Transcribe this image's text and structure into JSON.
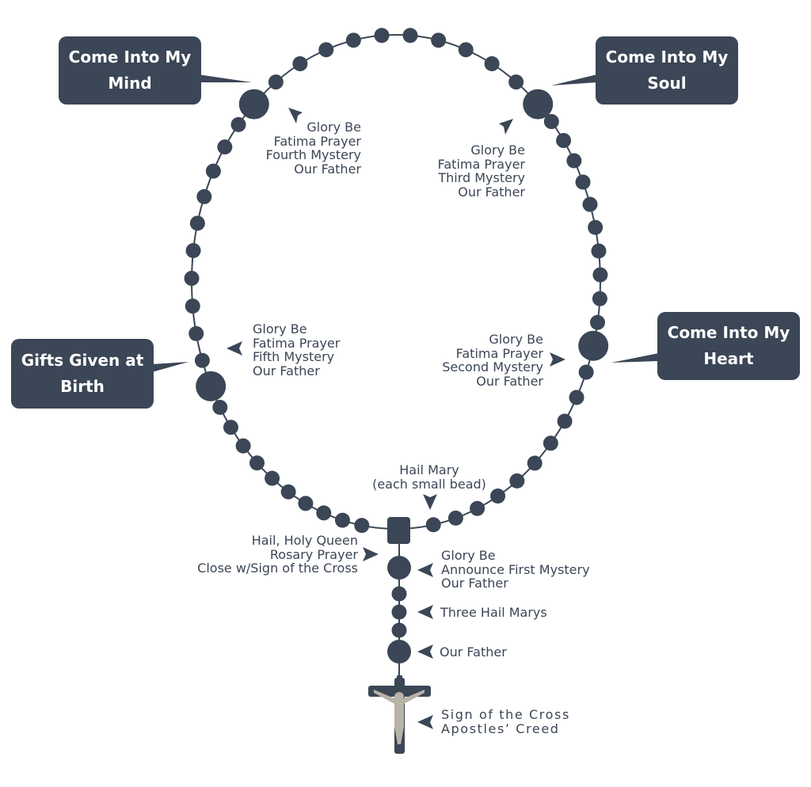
{
  "colors": {
    "bead": "#3b4656",
    "chain": "#3b4656",
    "callout_bg": "#3b4656",
    "callout_text": "#ffffff",
    "label_text": "#3b4656",
    "crucifix_body": "#b9b2a6"
  },
  "callouts": {
    "mind": {
      "line1": "Come Into My",
      "line2": "Mind"
    },
    "soul": {
      "line1": "Come Into My",
      "line2": "Soul"
    },
    "birth": {
      "line1": "Gifts Given at",
      "line2": "Birth"
    },
    "heart": {
      "line1": "Come Into My",
      "line2": "Heart"
    }
  },
  "labels": {
    "fourth_decade": [
      "Glory Be",
      "Fatima Prayer",
      "Fourth Mystery",
      "Our Father"
    ],
    "third_decade": [
      "Glory Be",
      "Fatima Prayer",
      "Third Mystery",
      "Our Father"
    ],
    "fifth_decade": [
      "Glory Be",
      "Fatima Prayer",
      "Fifth Mystery",
      "Our Father"
    ],
    "second_decade": [
      "Glory Be",
      "Fatima Prayer",
      "Second Mystery",
      "Our Father"
    ],
    "hail_mary": [
      "Hail Mary",
      "(each small bead)"
    ],
    "closing": [
      "Hail, Holy Queen",
      "Rosary Prayer",
      "Close w/Sign of the Cross"
    ],
    "first_decade": [
      "Glory Be",
      "Announce First Mystery",
      "Our Father"
    ],
    "three_hail_marys": "Three Hail Marys",
    "our_father": "Our Father",
    "crucifix": [
      "Sign of the Cross",
      "Apostles’ Creed"
    ]
  },
  "icons": {
    "pointer": "triangle-pointer-icon",
    "crucifix": "crucifix-icon",
    "bead": "bead-icon"
  }
}
